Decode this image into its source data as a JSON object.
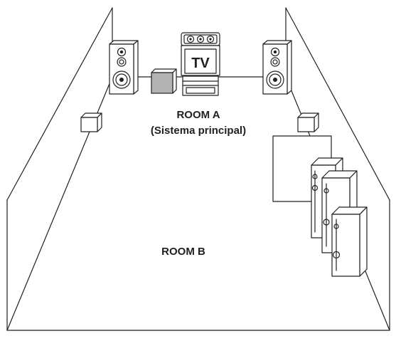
{
  "diagram": {
    "room_a": {
      "title": "ROOM A",
      "subtitle": "(Sistema principal)"
    },
    "room_b": {
      "title": "ROOM B"
    },
    "tv_label": "TV"
  },
  "colors": {
    "line": "#231f20",
    "subwoofer_fill": "#b3b3b3",
    "background": "#ffffff"
  },
  "icons": [
    "front-left-speaker-icon",
    "front-right-speaker-icon",
    "center-speaker-icon",
    "tv-icon",
    "av-receiver-icon",
    "subwoofer-icon",
    "surround-left-speaker-icon",
    "surround-right-speaker-icon",
    "room-b-speaker-icon"
  ]
}
